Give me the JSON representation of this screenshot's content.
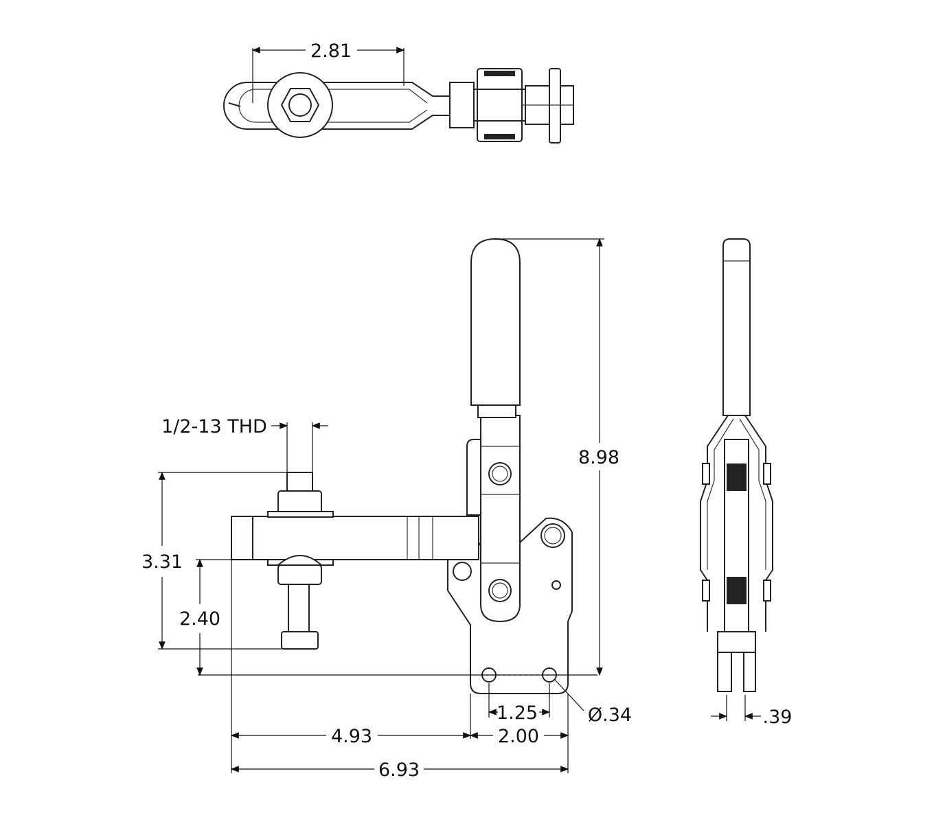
{
  "drawing": {
    "dimensions": {
      "top_span": "2.81",
      "thread": "1/2-13 THD",
      "spindle_max_height": "3.31",
      "spindle_min_height": "2.40",
      "overall_height": "8.98",
      "hole_spacing": "1.25",
      "hole_diameter": "Ø.34",
      "arm_reach": "4.93",
      "base_length": "2.00",
      "overall_length": "6.93",
      "base_width": ".39"
    }
  }
}
